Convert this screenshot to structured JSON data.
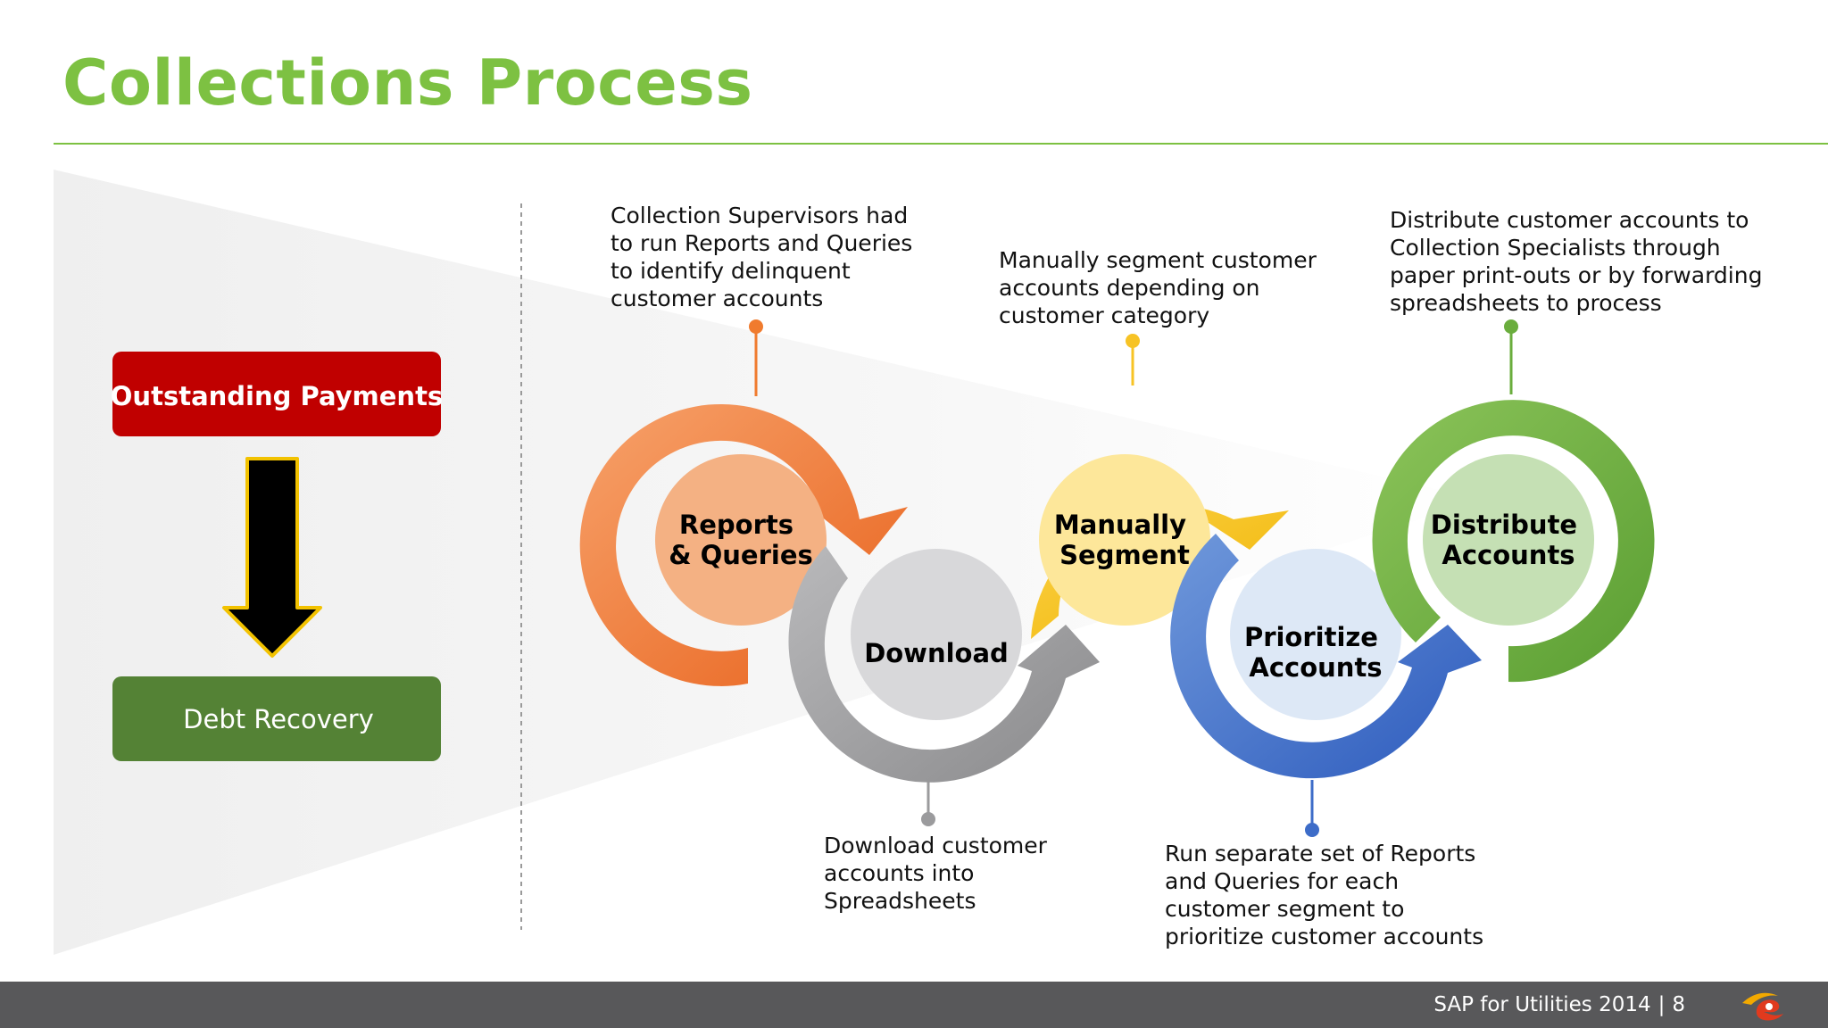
{
  "slide": {
    "title": "Collections Process"
  },
  "funnel": {
    "top_label": "Outstanding Payments",
    "bottom_label": "Debt Recovery",
    "top_color": "#c00000",
    "bottom_color": "#548235"
  },
  "steps": [
    {
      "label_lines": [
        "Reports",
        "& Queries"
      ],
      "color": "#f07b2e",
      "callout_lines": [
        "Collection Supervisors had",
        "to run Reports and Queries",
        "to identify delinquent",
        "customer accounts"
      ]
    },
    {
      "label_lines": [
        "Download"
      ],
      "color": "#9b9b9d",
      "callout_lines": [
        "Download customer",
        "accounts into",
        "Spreadsheets"
      ]
    },
    {
      "label_lines": [
        "Manually",
        "Segment"
      ],
      "color": "#f7c325",
      "callout_lines": [
        "Manually segment customer",
        "accounts depending on",
        "customer category"
      ]
    },
    {
      "label_lines": [
        "Prioritize",
        "Accounts"
      ],
      "color": "#3d6cc8",
      "callout_lines": [
        "Run separate set of Reports",
        "and Queries for each",
        "customer segment to",
        "prioritize customer accounts"
      ]
    },
    {
      "label_lines": [
        "Distribute",
        "Accounts"
      ],
      "color": "#6aad3d",
      "callout_lines": [
        "Distribute customer accounts to",
        "Collection Specialists through",
        "paper print-outs or by forwarding",
        "spreadsheets to process"
      ]
    }
  ],
  "footer": {
    "event": "SAP for Utilities 2014",
    "page_number": "8"
  }
}
